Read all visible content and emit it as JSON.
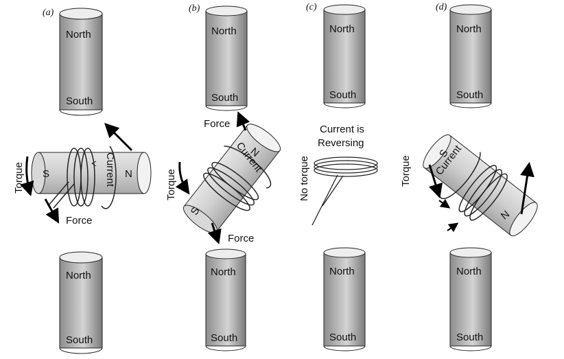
{
  "panels": [
    {
      "id": "a",
      "label": "(a)",
      "magnet_top": {
        "north": "North",
        "south": "South"
      },
      "magnet_bottom": {
        "north": "North",
        "south": "South"
      },
      "armature": {
        "s": "S",
        "n": "N",
        "current": "Current"
      },
      "torque": "Torque",
      "force": "Force"
    },
    {
      "id": "b",
      "label": "(b)",
      "magnet_top": {
        "north": "North",
        "south": "South"
      },
      "magnet_bottom": {
        "north": "North",
        "south": "South"
      },
      "armature": {
        "s": "S",
        "n": "N",
        "current": "Current"
      },
      "torque": "Torque",
      "force_top": "Force",
      "force_bottom": "Force"
    },
    {
      "id": "c",
      "label": "(c)",
      "magnet_top": {
        "north": "North",
        "south": "South"
      },
      "magnet_bottom": {
        "north": "North",
        "south": "South"
      },
      "caption_line1": "Current is",
      "caption_line2": "Reversing",
      "no_torque": "No torque"
    },
    {
      "id": "d",
      "label": "(d)",
      "magnet_top": {
        "north": "North",
        "south": "South"
      },
      "magnet_bottom": {
        "north": "North",
        "south": "South"
      },
      "armature": {
        "s": "S",
        "n": "N",
        "current": "Current"
      },
      "torque": "Torque"
    }
  ],
  "colors": {
    "cyl_dark": "#8c8c8c",
    "cyl_light": "#d9d9d9",
    "cyl_top": "#eeeeee",
    "stroke": "#222222",
    "arrow": "#000000"
  }
}
